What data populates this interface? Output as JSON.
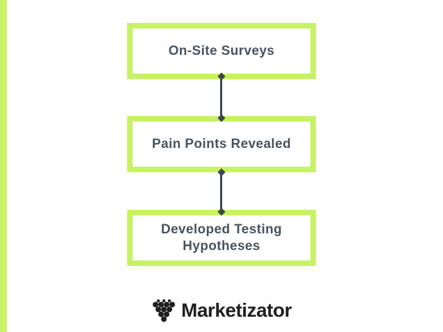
{
  "palette": {
    "background": "#ffffff",
    "accent_green": "#c8f266",
    "box_text": "#46535e",
    "connector": "#3d4752",
    "logo_text": "#1f1f1f"
  },
  "flow": {
    "steps": [
      {
        "label": "On-Site Surveys"
      },
      {
        "label": "Pain Points Revealed"
      },
      {
        "label": "Developed Testing Hypotheses"
      }
    ]
  },
  "logo": {
    "wordmark": "Marketizator",
    "icon": "grape-dot-cluster-icon"
  }
}
